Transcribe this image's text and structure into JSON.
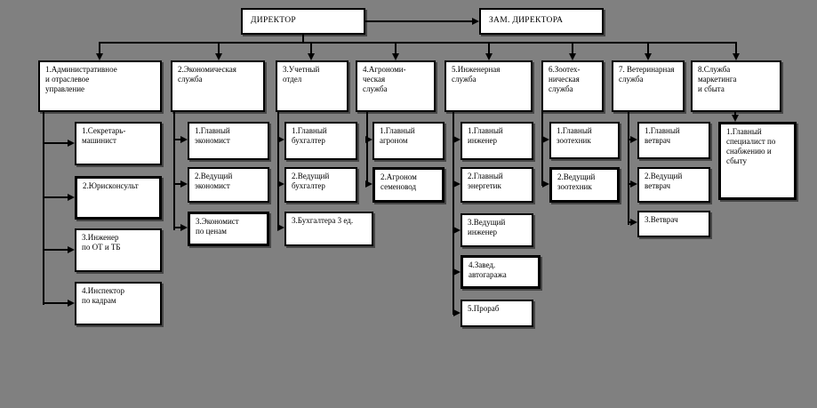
{
  "canvas": {
    "background_color": "#808080",
    "box_fill": "#ffffff",
    "line_color": "#000000"
  },
  "org": {
    "director": "ДИРЕКТОР",
    "deputy": "ЗАМ. ДИРЕКТОРА",
    "departments": [
      {
        "label": "1.Административное\nи отраслевое\nуправление",
        "subordinates": [
          "1.Секретарь-\nмашинист",
          "2.Юрисконсульт",
          "3.Инженер\nпо ОТ и ТБ",
          "4.Инспектор\nпо кадрам"
        ]
      },
      {
        "label": "2.Экономическая\nслужба",
        "subordinates": [
          "1.Главный\nэкономист",
          "2.Ведущий\nэкономист",
          "3.Экономист\nпо ценам"
        ]
      },
      {
        "label": "3.Учетный\nотдел",
        "subordinates": [
          "1.Главный\nбухгалтер",
          "2.Ведущий\nбухгалтер",
          "3.Бухгалтера 3 ед."
        ]
      },
      {
        "label": "4.Агрономи-\nческая\nслужба",
        "subordinates": [
          "1.Главный\nагроном",
          "2.Агроном\nсеменовод"
        ]
      },
      {
        "label": "5.Инженерная\nслужба",
        "subordinates": [
          "1.Главный\nинженер",
          "2.Главный\nэнергетик",
          "3.Ведущий\nинженер",
          "4.Завед.\nавтогаража",
          "5.Прораб"
        ]
      },
      {
        "label": "6.Зоотех-\nническая\nслужба",
        "subordinates": [
          "1.Главный\nзоотехник",
          "2.Ведущий\nзоотехник"
        ]
      },
      {
        "label": "7. Ветеринарная\nслужба",
        "subordinates": [
          "1.Главный\nветврач",
          "2.Ведущий\nветврач",
          "3.Ветврач"
        ]
      },
      {
        "label": "8.Служба\nмаркетинга\nи сбыта",
        "subordinates": [
          "1.Главный\nспециалист по\nснабжению и\nсбыту"
        ]
      }
    ]
  }
}
